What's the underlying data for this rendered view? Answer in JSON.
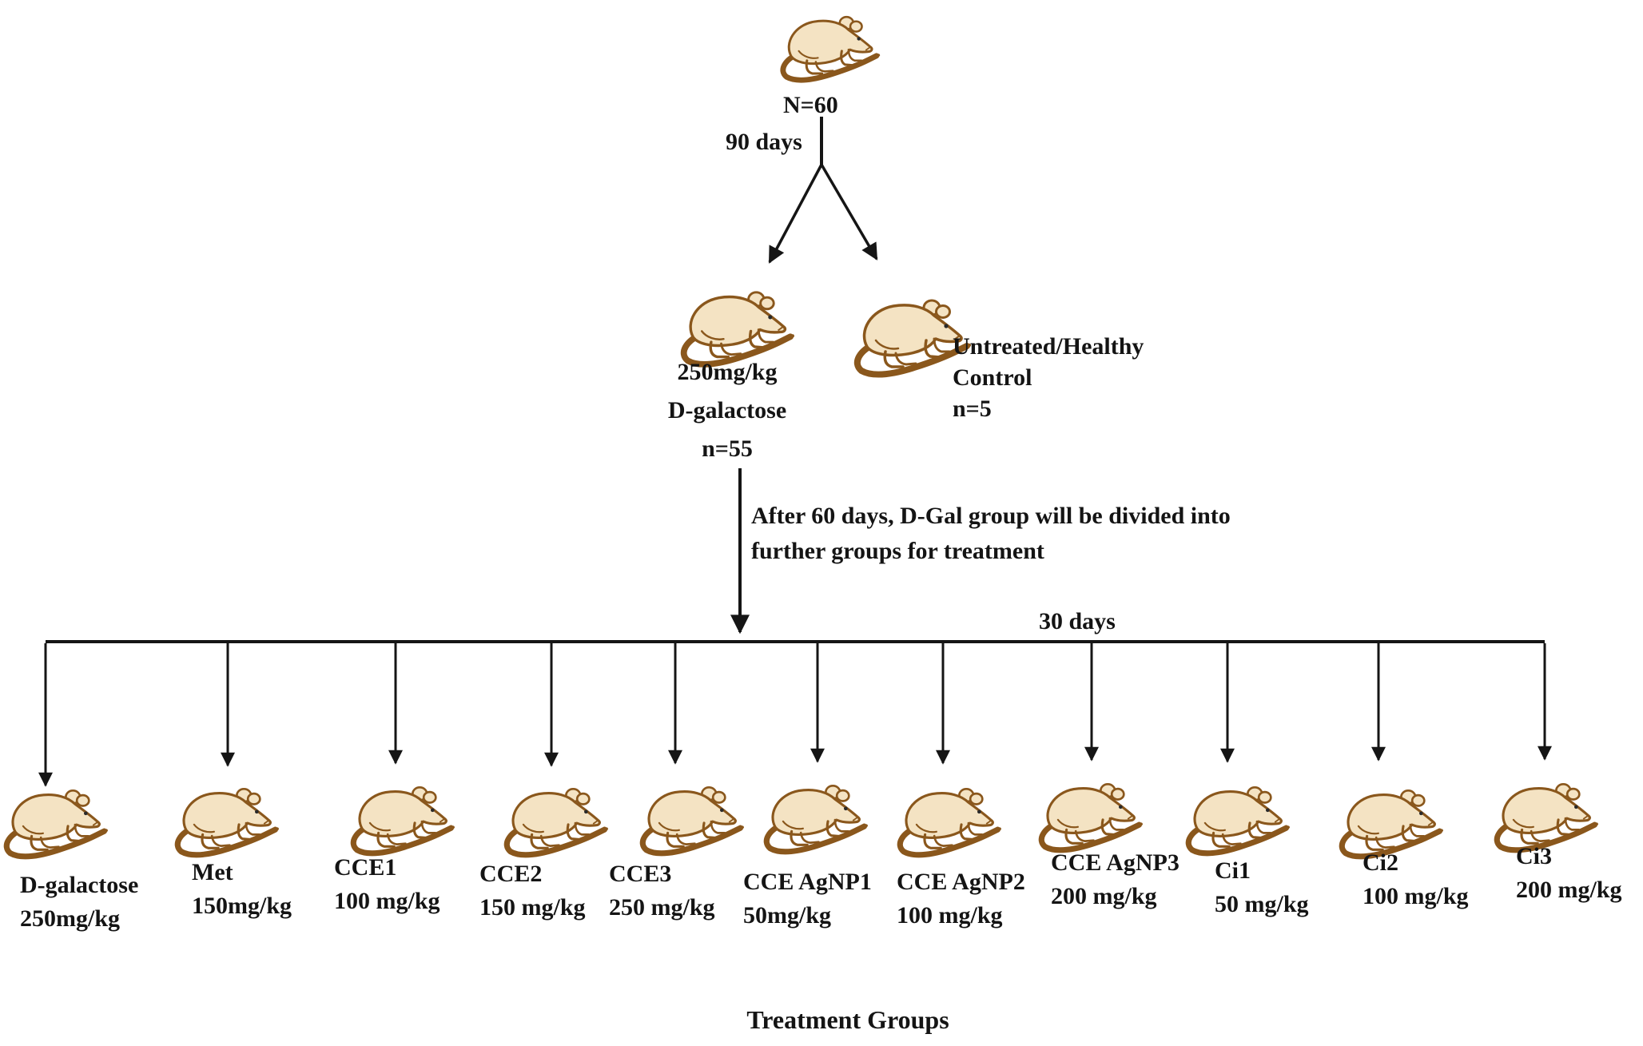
{
  "diagram": {
    "initial": {
      "count": "N=60",
      "duration": "90 days"
    },
    "dgal_arm": {
      "line1": "250mg/kg",
      "line2": "D-galactose",
      "line3": "n=55"
    },
    "control_arm": {
      "line1": "Untreated/Healthy",
      "line2": "Control",
      "line3": "n=5"
    },
    "transition": {
      "line1": "After 60 days, D-Gal group will be divided into",
      "line2": "further groups for treatment"
    },
    "treatment_duration": "30 days",
    "groups": [
      {
        "name": "D-galactose",
        "dose": "250mg/kg"
      },
      {
        "name": "Met",
        "dose": "150mg/kg"
      },
      {
        "name": "CCE1",
        "dose": "100 mg/kg"
      },
      {
        "name": "CCE2",
        "dose": "150 mg/kg"
      },
      {
        "name": "CCE3",
        "dose": "250 mg/kg"
      },
      {
        "name": "CCE AgNP1",
        "dose": "50mg/kg"
      },
      {
        "name": "CCE AgNP2",
        "dose": "100 mg/kg"
      },
      {
        "name": "CCE AgNP3",
        "dose": "200 mg/kg"
      },
      {
        "name": "Ci1",
        "dose": "50 mg/kg"
      },
      {
        "name": "Ci2",
        "dose": "100 mg/kg"
      },
      {
        "name": "Ci3",
        "dose": "200 mg/kg"
      }
    ],
    "footer_title": "Treatment Groups",
    "colors": {
      "rat_body": "#f4e3c3",
      "rat_outline": "#8a571c",
      "line": "#151515",
      "text": "#141414"
    }
  }
}
